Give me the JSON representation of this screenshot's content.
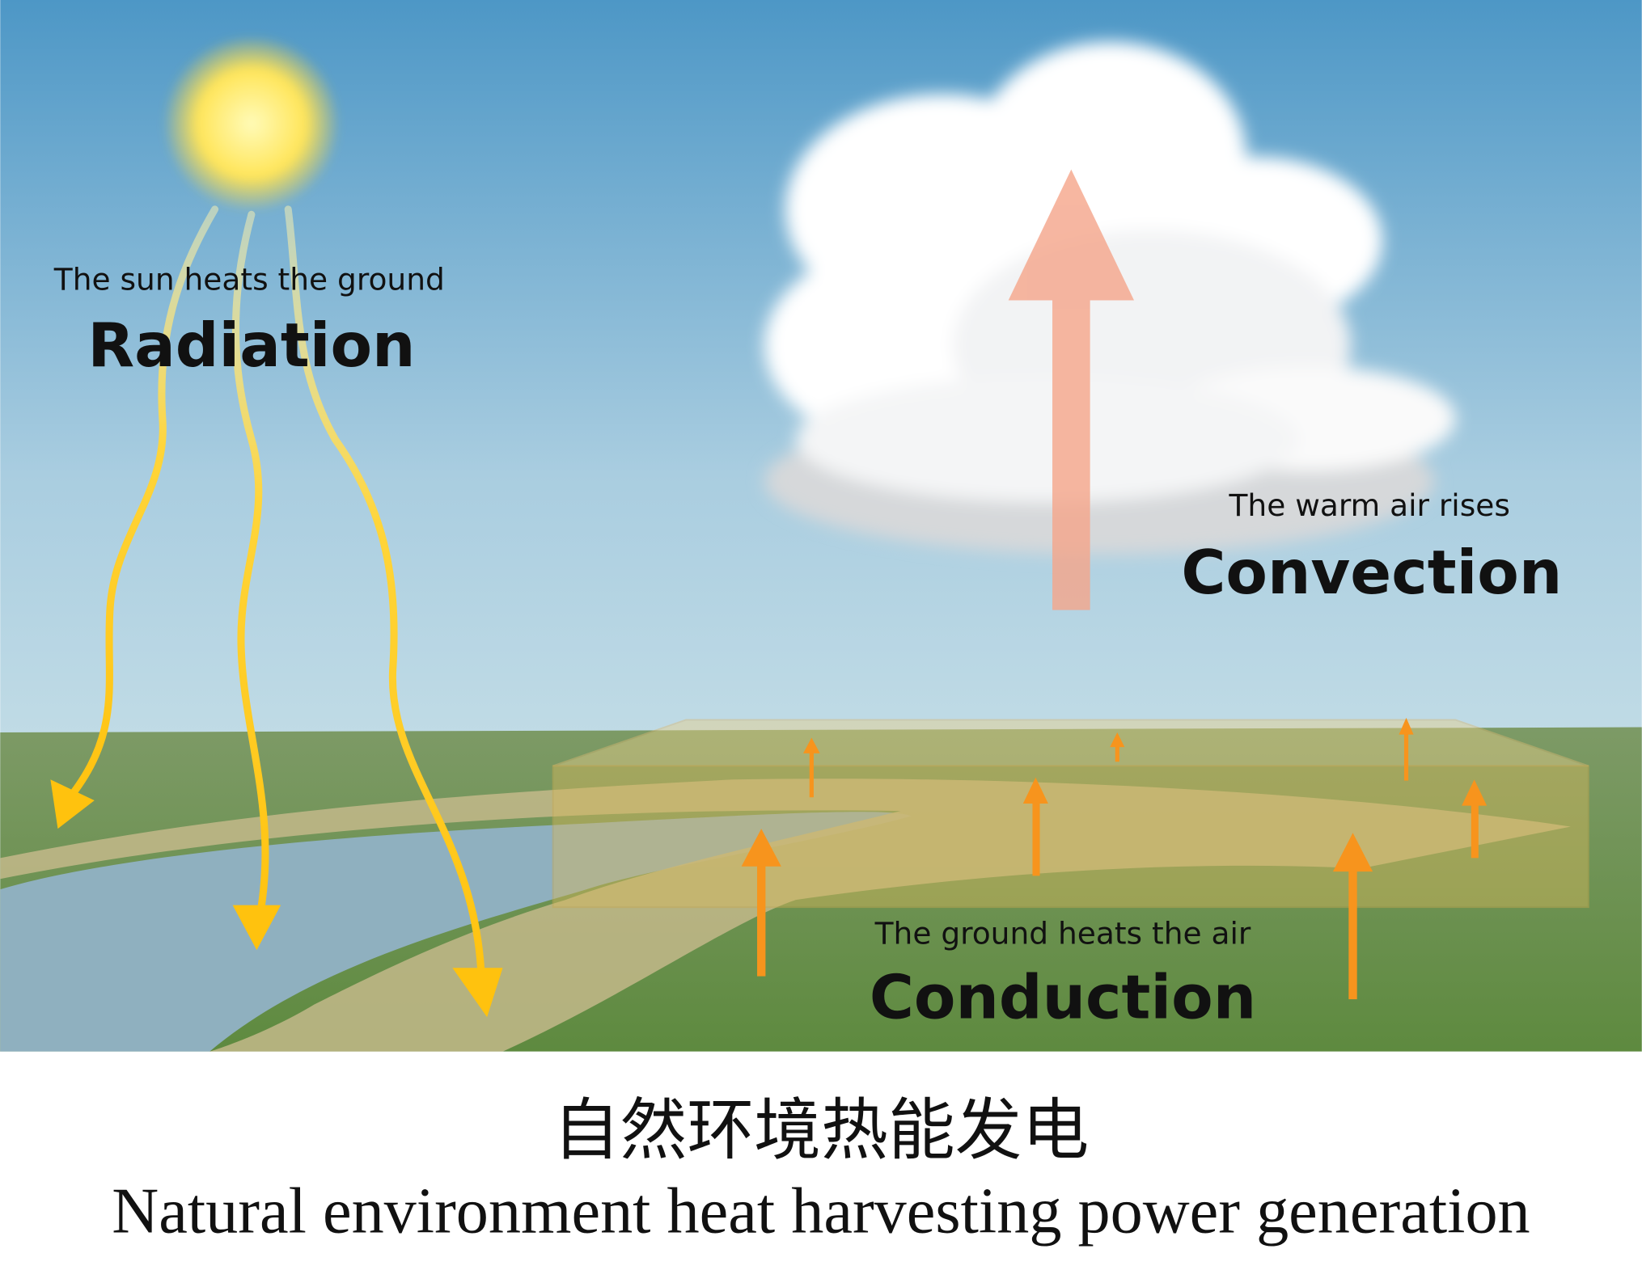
{
  "labels": {
    "radiation_caption": "The sun heats the ground",
    "radiation_title": "Radiation",
    "convection_caption": "The warm air rises",
    "convection_title": "Convection",
    "conduction_caption": "The ground heats the air",
    "conduction_title": "Conduction"
  },
  "caption": {
    "chinese": "自然环境热能发电",
    "english": "Natural environment heat harvesting power generation"
  },
  "colors": {
    "sky_top": "#4d97c6",
    "sky_bottom": "#dcecec",
    "ground": "#6e9a4f",
    "river": "#8fb0bf",
    "radiation_arrow": "#ffc20e",
    "conduction_arrow": "#f7941d",
    "convection_arrow": "#f5a58a"
  }
}
